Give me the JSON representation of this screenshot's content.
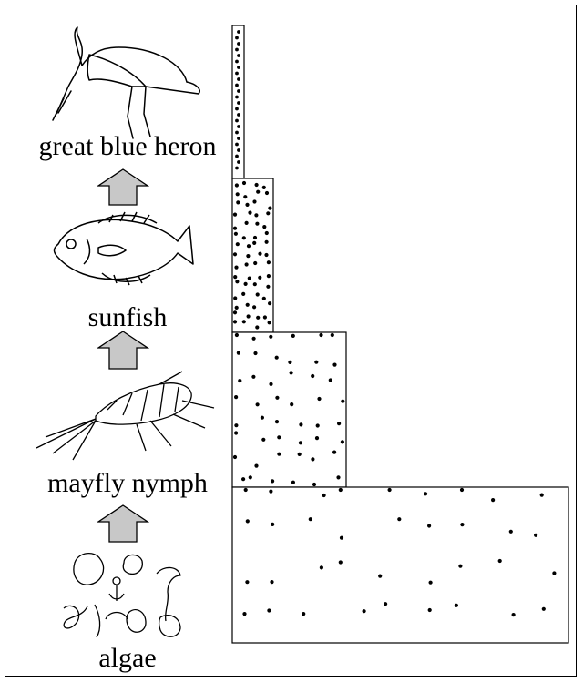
{
  "levels": [
    {
      "name": "great blue heron",
      "icon": "heron-icon",
      "relative_size": 1,
      "dot_density": "very dense"
    },
    {
      "name": "sunfish",
      "icon": "sunfish-icon",
      "relative_size": 2,
      "dot_density": "dense"
    },
    {
      "name": "mayfly nymph",
      "icon": "mayfly-nymph-icon",
      "relative_size": 5,
      "dot_density": "medium"
    },
    {
      "name": "algae",
      "icon": "algae-icon",
      "relative_size": 15,
      "dot_density": "sparse"
    }
  ],
  "arrows": [
    {
      "from": "algae",
      "to": "mayfly nymph"
    },
    {
      "from": "mayfly nymph",
      "to": "sunfish"
    },
    {
      "from": "sunfish",
      "to": "great blue heron"
    }
  ],
  "colors": {
    "arrow_fill": "#c8c8c8",
    "line": "#000000",
    "background": "#ffffff"
  }
}
